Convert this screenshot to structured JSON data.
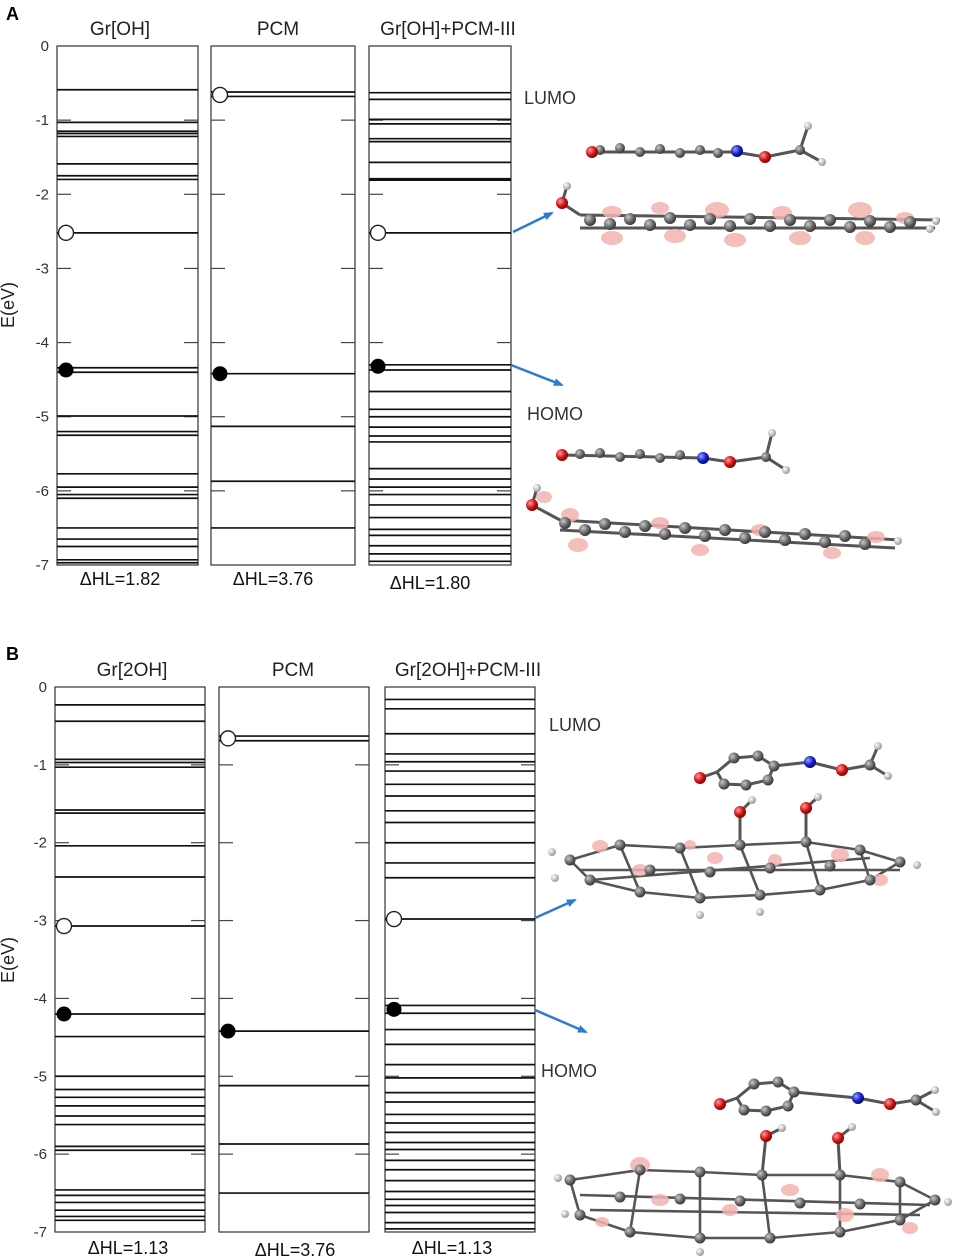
{
  "chart_data": [
    {
      "type": "energy-level-diagram",
      "panel": "A",
      "ylabel": "E(eV)",
      "ylim": [
        -7,
        0
      ],
      "yticks": [
        "0",
        "-1",
        "-2",
        "-3",
        "-4",
        "-5",
        "-6",
        "-7"
      ],
      "orbital_labels": {
        "lumo": "LUMO",
        "homo": "HOMO"
      },
      "columns": [
        {
          "name": "Gr[OH]",
          "gap_label": "ΔHL=1.82",
          "lumo": -2.52,
          "homo": -4.37,
          "levels": [
            -0.59,
            -1.03,
            -1.15,
            -1.18,
            -1.22,
            -1.59,
            -1.75,
            -1.8,
            -2.52,
            -4.34,
            -4.4,
            -4.99,
            -5.2,
            -5.25,
            -5.77,
            -5.95,
            -6.05,
            -6.1,
            -6.5,
            -6.65,
            -6.75,
            -6.93,
            -6.97
          ]
        },
        {
          "name": "PCM",
          "gap_label": "ΔHL=3.76",
          "lumo": -0.66,
          "homo": -4.42,
          "levels": [
            -0.62,
            -0.68,
            -4.42,
            -5.13,
            -5.87,
            -6.5
          ]
        },
        {
          "name": "Gr[OH]+PCM-III",
          "gap_label": "ΔHL=1.80",
          "lumo": -2.52,
          "homo": -4.32,
          "levels": [
            -0.63,
            -0.72,
            -0.99,
            -1.05,
            -1.25,
            -1.29,
            -1.57,
            -1.79,
            -1.81,
            -2.52,
            -4.3,
            -4.37,
            -4.66,
            -4.9,
            -5.0,
            -5.14,
            -5.26,
            -5.34,
            -5.7,
            -5.84,
            -5.95,
            -6.05,
            -6.19,
            -6.36,
            -6.52,
            -6.6,
            -6.74,
            -6.85,
            -6.95
          ]
        }
      ]
    },
    {
      "type": "energy-level-diagram",
      "panel": "B",
      "ylabel": "E(eV)",
      "ylim": [
        -7,
        0
      ],
      "yticks": [
        "0",
        "-1",
        "-2",
        "-3",
        "-4",
        "-5",
        "-6",
        "-7"
      ],
      "orbital_labels": {
        "lumo": "LUMO",
        "homo": "HOMO"
      },
      "columns": [
        {
          "name": "Gr[2OH]",
          "gap_label": "ΔHL=1.13",
          "lumo": -3.07,
          "homo": -4.2,
          "levels": [
            -0.23,
            -0.44,
            -0.93,
            -0.97,
            -1.03,
            -1.58,
            -1.62,
            -2.04,
            -2.44,
            -3.07,
            -4.2,
            -4.49,
            -5.0,
            -5.17,
            -5.27,
            -5.38,
            -5.51,
            -5.62,
            -5.9,
            -5.95,
            -6.46,
            -6.53,
            -6.62,
            -6.72,
            -6.8,
            -6.85
          ]
        },
        {
          "name": "PCM",
          "gap_label": "ΔHL=3.76",
          "lumo": -0.66,
          "homo": -4.42,
          "levels": [
            -0.63,
            -0.69,
            -4.42,
            -5.12,
            -5.87,
            -6.5
          ]
        },
        {
          "name": "Gr[2OH]+PCM-III",
          "gap_label": "ΔHL=1.13",
          "lumo": -2.98,
          "homo": -4.14,
          "levels": [
            -0.16,
            -0.28,
            -0.6,
            -0.86,
            -0.96,
            -1.08,
            -1.25,
            -1.4,
            -1.59,
            -1.74,
            -2.0,
            -2.26,
            -2.45,
            -2.98,
            -4.09,
            -4.19,
            -4.4,
            -4.59,
            -4.85,
            -5.02,
            -5.21,
            -5.33,
            -5.49,
            -5.6,
            -5.72,
            -5.85,
            -5.94,
            -6.08,
            -6.2,
            -6.34,
            -6.48,
            -6.58,
            -6.66,
            -6.75,
            -6.88,
            -6.96
          ]
        }
      ]
    }
  ]
}
